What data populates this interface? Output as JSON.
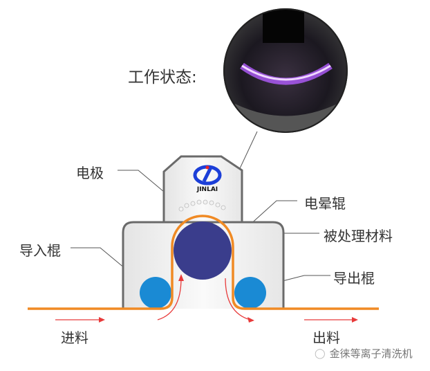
{
  "title": "工作状态:",
  "labels": {
    "electrode": "电极",
    "corona_roller": "电晕辊",
    "material": "被处理材料",
    "in_roller": "导入棍",
    "out_roller": "导出棍",
    "feed_in": "进料",
    "feed_out": "出料"
  },
  "logo_text": "JINLAI",
  "watermark": "金徕等离子清洗机",
  "colors": {
    "material": "#f08a24",
    "roller": "#3a3d8c",
    "small_roller": "#1a8ad4",
    "arrow": "#e83a3a"
  }
}
